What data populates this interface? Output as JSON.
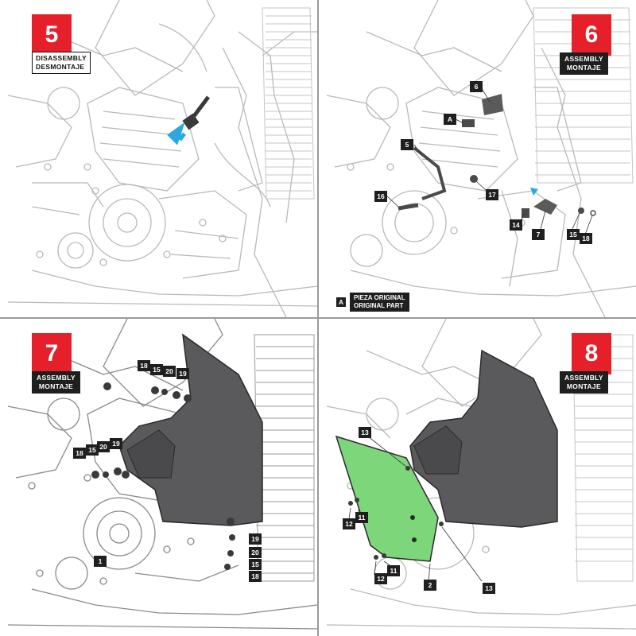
{
  "panels": [
    {
      "step": "5",
      "tag_line1": "DISASSEMBLY",
      "tag_line2": "DESMONTAJE"
    },
    {
      "step": "6",
      "tag_line1": "ASSEMBLY",
      "tag_line2": "MONTAJE",
      "labels": [
        "6",
        "A",
        "5",
        "16",
        "17",
        "14",
        "7",
        "15",
        "18"
      ],
      "legend_key": "A",
      "legend_line1": "PIEZA ORIGINAL",
      "legend_line2": "ORIGINAL PART"
    },
    {
      "step": "7",
      "tag_line1": "ASSEMBLY",
      "tag_line2": "MONTAJE",
      "labels": [
        "18",
        "15",
        "20",
        "19",
        "20",
        "19",
        "18",
        "15",
        "1",
        "19",
        "20",
        "15",
        "18"
      ]
    },
    {
      "step": "8",
      "tag_line1": "ASSEMBLY",
      "tag_line2": "MONTAJE",
      "labels": [
        "13",
        "11",
        "12",
        "11",
        "12",
        "2",
        "13"
      ]
    }
  ],
  "colors": {
    "step_red": "#e5202b",
    "label_black": "#1f1f1f",
    "part_green": "#7dd67a",
    "part_gray": "#5a5a5c",
    "arrow_blue": "#2aa9e0",
    "line_gray": "#b9b9b9"
  }
}
